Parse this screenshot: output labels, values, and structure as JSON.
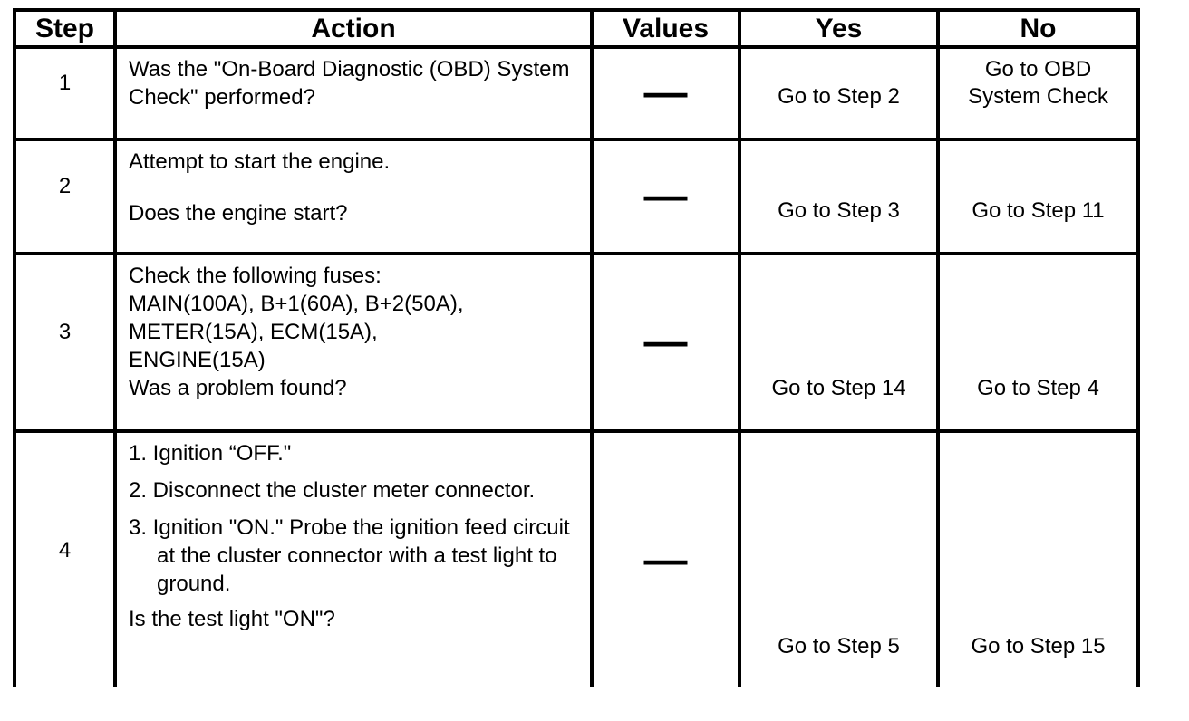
{
  "table": {
    "headers": [
      "Step",
      "Action",
      "Values",
      "Yes",
      "No"
    ],
    "values_dash": "—",
    "rows": [
      {
        "step": "1",
        "action": [
          "Was the \"On-Board Diagnostic (OBD) System Check\" performed?"
        ],
        "values": "—",
        "yes": "Go to Step 2",
        "no": "Go to OBD\nSystem Check"
      },
      {
        "step": "2",
        "action": [
          "Attempt to start the engine.",
          "Does the engine start?"
        ],
        "values": "—",
        "yes": "Go to Step 3",
        "no": "Go to Step 11"
      },
      {
        "step": "3",
        "action": [
          "Check the following fuses:\nMAIN(100A), B+1(60A), B+2(50A),\nMETER(15A), ECM(15A),\nENGINE(15A)\nWas a problem found?"
        ],
        "values": "—",
        "yes": "Go to Step 14",
        "no": "Go to Step 4"
      },
      {
        "step": "4",
        "action": [
          "1. Ignition “OFF.\"",
          "2. Disconnect the cluster meter connector.",
          "3. Ignition \"ON.\" Probe the ignition feed circuit at the cluster connector with a test light to ground.",
          "Is the test light \"ON\"?"
        ],
        "values": "—",
        "yes": "Go to Step 5",
        "no": "Go to Step 15"
      }
    ]
  }
}
